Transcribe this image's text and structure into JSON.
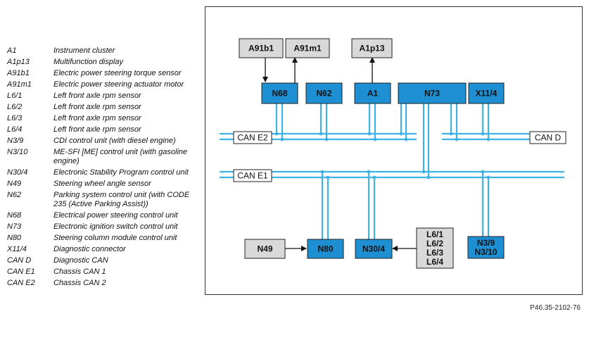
{
  "legend": [
    {
      "code": "A1",
      "desc": "Instrument cluster"
    },
    {
      "code": "A1p13",
      "desc": "Multifunction display"
    },
    {
      "code": "A91b1",
      "desc": "Electric power steering torque sensor"
    },
    {
      "code": "A91m1",
      "desc": "Electric power steering actuator motor"
    },
    {
      "code": "L6/1",
      "desc": "Left front axle rpm sensor"
    },
    {
      "code": "L6/2",
      "desc": "Left front axle rpm sensor"
    },
    {
      "code": "L6/3",
      "desc": "Left front axle rpm sensor"
    },
    {
      "code": "L6/4",
      "desc": "Left front axle rpm sensor"
    },
    {
      "code": "N3/9",
      "desc": "CDI control unit (with diesel engine)"
    },
    {
      "code": "N3/10",
      "desc": "ME-SFI [ME] control unit (with gasoline engine)"
    },
    {
      "code": "N30/4",
      "desc": "Electronic Stability Program control unit"
    },
    {
      "code": "N49",
      "desc": "Steering wheel angle sensor"
    },
    {
      "code": "N62",
      "desc": "Parking system control unit (with CODE 235 (Active Parking Assist))"
    },
    {
      "code": "N68",
      "desc": "Electrical power steering control unit"
    },
    {
      "code": "N73",
      "desc": "Electronic ignition switch control unit"
    },
    {
      "code": "N80",
      "desc": "Steering column module control unit"
    },
    {
      "code": "X11/4",
      "desc": "Diagnostic connector"
    },
    {
      "code": "CAN D",
      "desc": "Diagnostic CAN"
    },
    {
      "code": "CAN E1",
      "desc": "Chassis CAN 1"
    },
    {
      "code": "CAN E2",
      "desc": "Chassis CAN 2"
    }
  ],
  "diagram": {
    "units": {
      "A91b1": "A91b1",
      "A91m1": "A91m1",
      "A1p13": "A1p13",
      "N68": "N68",
      "N62": "N62",
      "A1": "A1",
      "N73": "N73",
      "X11_4": "X11/4",
      "N49": "N49",
      "N80": "N80",
      "N30_4": "N30/4",
      "L6": [
        "L6/1",
        "L6/2",
        "L6/3",
        "L6/4"
      ],
      "N3": [
        "N3/9",
        "N3/10"
      ]
    },
    "buses": {
      "can_e2": "CAN E2",
      "can_d": "CAN D",
      "can_e1": "CAN E1"
    }
  },
  "figure_ref": "P46.35-2102-76",
  "colors": {
    "control_unit_fill": "#1f8fd3",
    "peripheral_fill": "#d9d9d9",
    "bus_line": "#3fb2e3",
    "signal_line": "#111111"
  }
}
